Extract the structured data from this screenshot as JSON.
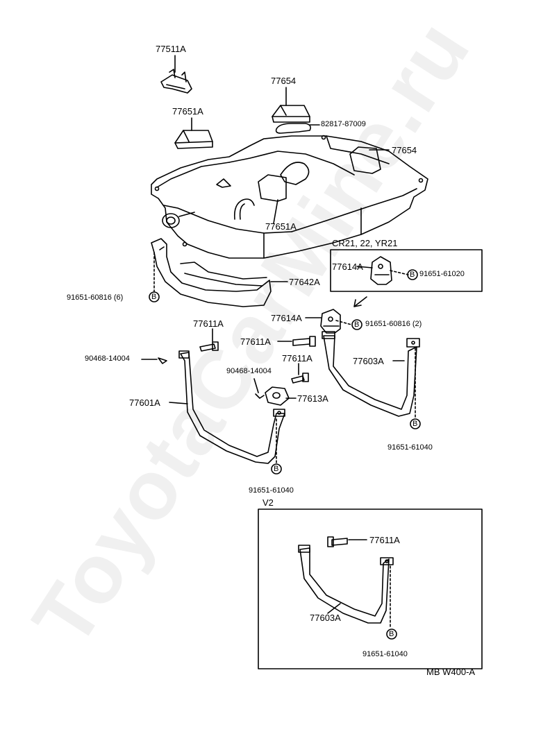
{
  "labels": {
    "p77511A": "77511A",
    "p77654_top": "77654",
    "p82817": "82817-87009",
    "p77651A_top": "77651A",
    "p77654_right": "77654",
    "p77651A_mid": "77651A",
    "variant_cr": "CR21, 22, YR21",
    "p77614A_box": "77614A",
    "p91651_61020": "91651-61020",
    "p77642A": "77642A",
    "p91651_60816_6": "91651-60816 (6)",
    "p77614A": "77614A",
    "p91651_60816_2": "91651-60816 (2)",
    "p77611A_1": "77611A",
    "p77611A_2": "77611A",
    "p77611A_3": "77611A",
    "p90468_left": "90468-14004",
    "p90468_mid": "90468-14004",
    "p77603A": "77603A",
    "p77601A": "77601A",
    "p77613A": "77613A",
    "p91651_61040_right": "91651-61040",
    "p91651_61040_left": "91651-61040",
    "variant_v2": "V2",
    "p77611A_v2": "77611A",
    "p77603A_v2": "77603A",
    "p91651_61040_v2": "91651-61040",
    "diagram_code": "MB W400-A",
    "watermark": "ToyotaCarMine.ru",
    "bolt_symbol": "B"
  }
}
